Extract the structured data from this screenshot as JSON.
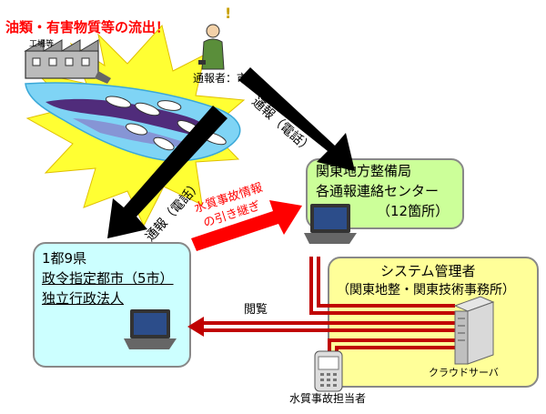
{
  "alert": {
    "title": "油類・有害物質等の流出！",
    "factory_label": "工場等",
    "exclaim": "!"
  },
  "reporter": {
    "label": "通報者：市民"
  },
  "arrows": {
    "report_right": "通報（電話）",
    "report_left": "通報（電話）",
    "handover": [
      "水質事故情報",
      "の引き継ぎ"
    ],
    "browse": "閲覧"
  },
  "kanto_box": {
    "lines": [
      "関東地方整備局",
      "各通報連絡センター",
      "（12箇所）"
    ],
    "fill": "#ccff99"
  },
  "prefecture_box": {
    "lines": [
      "1都9県",
      "政令指定都市（5市）",
      "独立行政法人"
    ],
    "fill": "#ccffff"
  },
  "system_box": {
    "lines": [
      "システム管理者",
      "（関東地整・関東技術事務所）"
    ],
    "fill": "#ffff99",
    "server_label": "クラウドサーバ"
  },
  "officer": {
    "label": "水質事故担当者"
  },
  "colors": {
    "red": "#ff0000",
    "black": "#000000",
    "dark_red": "#c00000",
    "burst": "#ffff33"
  }
}
